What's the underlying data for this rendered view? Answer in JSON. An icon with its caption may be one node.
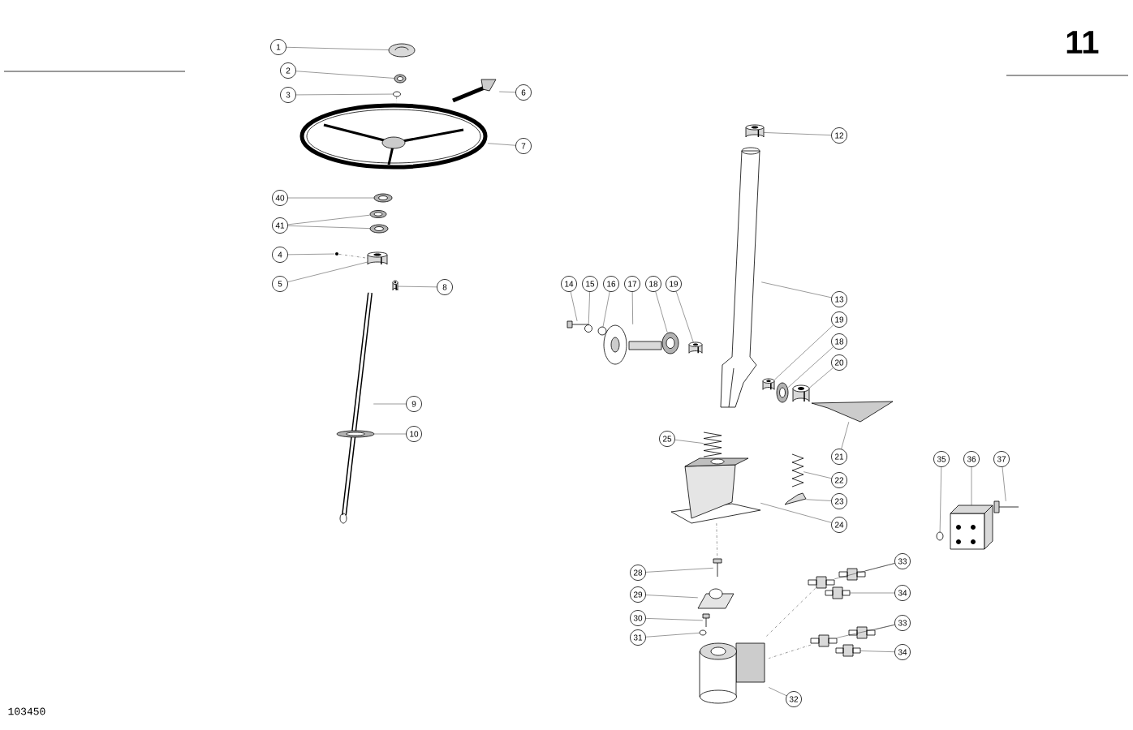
{
  "diagram": {
    "nodes": [
      {
        "text": [
          "1"
        ]
      },
      {
        "text": [
          "2"
        ]
      },
      {
        "text": [
          "3"
        ]
      },
      {
        "text": [
          "6"
        ]
      },
      {
        "text": [
          "7"
        ]
      },
      {
        "text": [
          "12"
        ]
      },
      {
        "text": [
          "40"
        ]
      },
      {
        "text": [
          "41"
        ]
      },
      {
        "text": [
          "4"
        ]
      },
      {
        "text": [
          "5"
        ]
      },
      {
        "text": [
          "8"
        ]
      },
      {
        "text": [
          "14"
        ]
      },
      {
        "text": [
          "15"
        ]
      },
      {
        "text": [
          "16"
        ]
      },
      {
        "text": [
          "17"
        ]
      },
      {
        "text": [
          "18"
        ]
      },
      {
        "text": [
          "19"
        ]
      },
      {
        "text": [
          "13"
        ]
      },
      {
        "text": [
          "19"
        ]
      },
      {
        "text": [
          "18"
        ]
      },
      {
        "text": [
          "20"
        ]
      },
      {
        "text": [
          "9"
        ]
      },
      {
        "text": [
          "10"
        ]
      },
      {
        "text": [
          "25"
        ]
      },
      {
        "text": [
          "21"
        ]
      },
      {
        "text": [
          "35"
        ]
      },
      {
        "text": [
          "36"
        ]
      },
      {
        "text": [
          "37"
        ]
      },
      {
        "text": [
          "22"
        ]
      },
      {
        "text": [
          "23"
        ]
      },
      {
        "text": [
          "24"
        ]
      },
      {
        "text": [
          "28"
        ]
      },
      {
        "text": [
          "33"
        ]
      },
      {
        "text": [
          "29"
        ]
      },
      {
        "text": [
          "34"
        ]
      },
      {
        "text": [
          "30"
        ]
      },
      {
        "text": [
          "33"
        ]
      },
      {
        "text": [
          "31"
        ]
      },
      {
        "text": [
          "34"
        ]
      },
      {
        "text": [
          "32"
        ]
      },
      {
        "text": [],
        "shape": "picture"
      },
      {
        "text": [],
        "shape": "picture"
      },
      {
        "text": [],
        "shape": "picture"
      },
      {
        "text": [],
        "shape": "picture"
      },
      {
        "text": [],
        "shape": "picture"
      },
      {
        "text": [],
        "shape": "picture"
      },
      {
        "text": [],
        "shape": "picture"
      },
      {
        "text": [],
        "shape": "picture"
      },
      {
        "text": [],
        "shape": "picture"
      },
      {
        "text": [],
        "shape": "picture"
      },
      {
        "text": [],
        "shape": "picture"
      },
      {
        "text": [],
        "shape": "picture"
      },
      {
        "text": [],
        "shape": "picture"
      },
      {
        "text": [],
        "shape": "picture"
      },
      {
        "text": [],
        "shape": "picture"
      },
      {
        "text": [],
        "shape": "picture"
      },
      {
        "text": [],
        "shape": "picture"
      },
      {
        "text": [],
        "shape": "picture"
      },
      {
        "text": [],
        "shape": "picture"
      },
      {
        "text": [],
        "shape": "picture"
      },
      {
        "text": [],
        "shape": "picture"
      },
      {
        "text": [],
        "shape": "picture"
      },
      {
        "text": [],
        "shape": "picture"
      },
      {
        "text": [],
        "shape": "picture"
      },
      {
        "text": [],
        "shape": "picture"
      },
      {
        "text": [],
        "shape": "picture"
      },
      {
        "text": [],
        "shape": "picture"
      },
      {
        "text": [],
        "shape": "picture"
      },
      {
        "text": [],
        "shape": "picture"
      },
      {
        "text": [],
        "shape": "picture"
      },
      {
        "text": [],
        "shape": "picture"
      },
      {
        "text": [],
        "shape": "picture"
      },
      {
        "text": [],
        "shape": "picture"
      },
      {
        "text": [],
        "shape": "picture"
      },
      {
        "text": [],
        "shape": "picture"
      },
      {
        "text": [],
        "shape": "picture"
      },
      {
        "text": [],
        "shape": "picture"
      },
      {
        "text": [],
        "shape": "picture"
      },
      {
        "text": [],
        "shape": "picture"
      },
      {
        "text": [],
        "shape": "picture"
      },
      {
        "text": [],
        "shape": "picture"
      },
      {
        "text": [],
        "shape": "picture"
      },
      {
        "text": [],
        "shape": "picture"
      }
    ],
    "edges": [
      {
        "from": 0,
        "to": 40,
        "arrow": "none"
      },
      {
        "from": 1,
        "to": 41,
        "arrow": "none"
      },
      {
        "from": 2,
        "to": 42,
        "arrow": "none"
      },
      {
        "from": 3,
        "to": 43,
        "arrow": "none"
      },
      {
        "from": 4,
        "to": 44,
        "arrow": "none"
      },
      {
        "from": 5,
        "to": 45,
        "arrow": "none"
      },
      {
        "from": 6,
        "to": 46,
        "arrow": "none"
      },
      {
        "from": 7,
        "to": 47,
        "arrow": "none"
      },
      {
        "from": 7,
        "to": 48,
        "arrow": "none"
      },
      {
        "from": 8,
        "to": 49,
        "arrow": "none"
      },
      {
        "from": 9,
        "to": 50,
        "arrow": "none"
      },
      {
        "from": 10,
        "to": 51,
        "arrow": "none"
      },
      {
        "from": 11,
        "to": 52,
        "arrow": "none"
      },
      {
        "from": 12,
        "to": 53,
        "arrow": "none"
      },
      {
        "from": 13,
        "to": 54,
        "arrow": "none"
      },
      {
        "from": 14,
        "to": 55,
        "arrow": "none"
      },
      {
        "from": 15,
        "to": 56,
        "arrow": "none"
      },
      {
        "from": 16,
        "to": 57,
        "arrow": "none"
      },
      {
        "from": 17,
        "to": 58,
        "arrow": "none"
      },
      {
        "from": 18,
        "to": 59,
        "arrow": "none"
      },
      {
        "from": 19,
        "to": 60,
        "arrow": "none"
      },
      {
        "from": 20,
        "to": 61,
        "arrow": "none"
      },
      {
        "from": 21,
        "to": 62,
        "arrow": "none"
      },
      {
        "from": 22,
        "to": 63,
        "arrow": "none"
      },
      {
        "from": 23,
        "to": 64,
        "arrow": "none"
      },
      {
        "from": 24,
        "to": 65,
        "arrow": "none"
      },
      {
        "from": 25,
        "to": 66,
        "arrow": "none"
      },
      {
        "from": 26,
        "to": 67,
        "arrow": "none"
      },
      {
        "from": 27,
        "to": 68,
        "arrow": "none"
      },
      {
        "from": 28,
        "to": 69,
        "arrow": "none"
      },
      {
        "from": 29,
        "to": 70,
        "arrow": "none"
      },
      {
        "from": 30,
        "to": 71,
        "arrow": "none"
      },
      {
        "from": 31,
        "to": 72,
        "arrow": "none"
      },
      {
        "from": 32,
        "to": 73,
        "arrow": "none"
      },
      {
        "from": 32,
        "to": 74,
        "arrow": "none"
      },
      {
        "from": 33,
        "to": 76,
        "arrow": "none"
      },
      {
        "from": 34,
        "to": 75,
        "arrow": "none"
      },
      {
        "from": 35,
        "to": 77,
        "arrow": "none"
      },
      {
        "from": 36,
        "to": 79,
        "arrow": "none"
      },
      {
        "from": 36,
        "to": 80,
        "arrow": "none"
      },
      {
        "from": 37,
        "to": 78,
        "arrow": "none"
      },
      {
        "from": 38,
        "to": 81,
        "arrow": "none"
      },
      {
        "from": 39,
        "to": 82,
        "arrow": "none"
      },
      {
        "from": 42,
        "to": 44,
        "arrow": "none",
        "style": "dashed"
      },
      {
        "from": 49,
        "to": 50,
        "arrow": "none",
        "style": "dashed"
      },
      {
        "from": 71,
        "to": 72,
        "arrow": "none",
        "style": "dashed"
      },
      {
        "from": 74,
        "to": 82,
        "arrow": "none",
        "style": "dashed"
      },
      {
        "from": 80,
        "to": 82,
        "arrow": "none",
        "style": "dashed"
      }
    ],
    "labels": [
      "11",
      "103450"
    ]
  }
}
